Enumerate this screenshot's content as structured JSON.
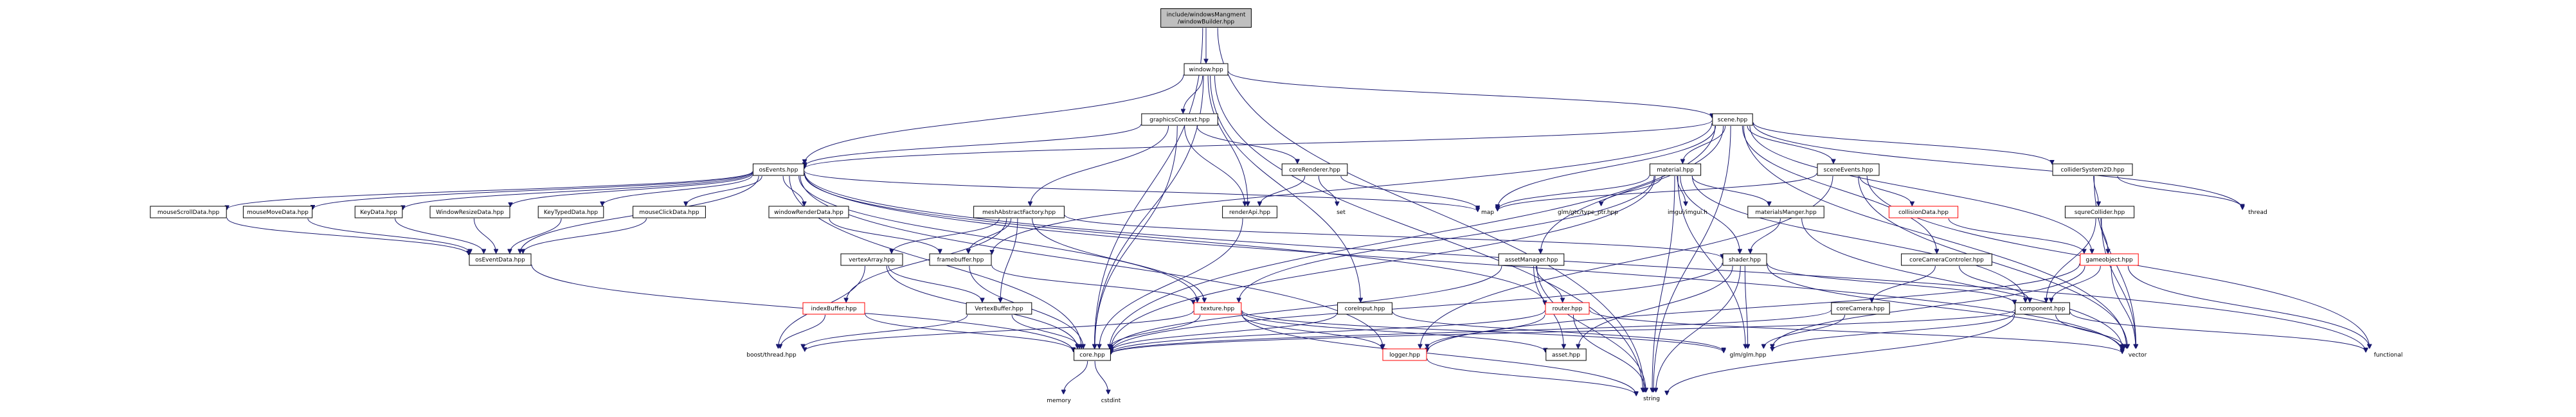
{
  "diagram": {
    "type": "include-dependency-graph",
    "colors": {
      "edge": "#191970",
      "node_border": "#000000",
      "root_fill": "#bfbfbf",
      "missing_border": "#ff0000",
      "external_text": "#000000"
    },
    "nodes": [
      {
        "id": "root",
        "label": "include/windowsMangment\n/windowBuilder.hpp",
        "style": "root"
      },
      {
        "id": "window",
        "label": "window.hpp",
        "style": "box"
      },
      {
        "id": "graphicsContext",
        "label": "graphicsContext.hpp",
        "style": "box"
      },
      {
        "id": "scene",
        "label": "scene.hpp",
        "style": "box"
      },
      {
        "id": "osEvents",
        "label": "osEvents.hpp",
        "style": "box"
      },
      {
        "id": "coreRenderer",
        "label": "coreRenderer.hpp",
        "style": "box"
      },
      {
        "id": "material",
        "label": "material.hpp",
        "style": "box"
      },
      {
        "id": "sceneEvents",
        "label": "sceneEvents.hpp",
        "style": "box"
      },
      {
        "id": "colliderSystem2D",
        "label": "colliderSystem2D.hpp",
        "style": "box"
      },
      {
        "id": "mouseScrollData",
        "label": "mouseScrollData.hpp",
        "style": "box"
      },
      {
        "id": "mouseMoveData",
        "label": "mouseMoveData.hpp",
        "style": "box"
      },
      {
        "id": "KeyData",
        "label": "KeyData.hpp",
        "style": "box"
      },
      {
        "id": "WindowResizeData",
        "label": "WindowResizeData.hpp",
        "style": "box"
      },
      {
        "id": "KeyTypedData",
        "label": "KeyTypedData.hpp",
        "style": "box"
      },
      {
        "id": "mouseClickData",
        "label": "mouseClickData.hpp",
        "style": "box"
      },
      {
        "id": "windowRenderData",
        "label": "windowRenderData.hpp",
        "style": "box"
      },
      {
        "id": "meshAbstractFactory",
        "label": "meshAbstractFactory.hpp",
        "style": "box"
      },
      {
        "id": "renderApi",
        "label": "renderApi.hpp",
        "style": "box"
      },
      {
        "id": "set",
        "label": "set",
        "style": "external"
      },
      {
        "id": "map",
        "label": "map",
        "style": "external"
      },
      {
        "id": "glmTypePtr",
        "label": "glm/gtc/type_ptr.hpp",
        "style": "external"
      },
      {
        "id": "imgui",
        "label": "imgui/imgui.h",
        "style": "external"
      },
      {
        "id": "materialsManger",
        "label": "materialsManger.hpp",
        "style": "box"
      },
      {
        "id": "collisionData",
        "label": "collisionData.hpp",
        "style": "red"
      },
      {
        "id": "squreCollider",
        "label": "squreCollider.hpp",
        "style": "box"
      },
      {
        "id": "thread",
        "label": "thread",
        "style": "external"
      },
      {
        "id": "osEventData",
        "label": "osEventData.hpp",
        "style": "box"
      },
      {
        "id": "vertexArray",
        "label": "vertexArray.hpp",
        "style": "box"
      },
      {
        "id": "framebuffer",
        "label": "framebuffer.hpp",
        "style": "box"
      },
      {
        "id": "assetManager",
        "label": "assetManager.hpp",
        "style": "box"
      },
      {
        "id": "shader",
        "label": "shader.hpp",
        "style": "box"
      },
      {
        "id": "coreCameraControler",
        "label": "coreCameraControler.hpp",
        "style": "box"
      },
      {
        "id": "gameobject",
        "label": "gameobject.hpp",
        "style": "red"
      },
      {
        "id": "indexBuffer",
        "label": "indexBuffer.hpp",
        "style": "red"
      },
      {
        "id": "VertexBuffer",
        "label": "VertexBuffer.hpp",
        "style": "box"
      },
      {
        "id": "texture",
        "label": "texture.hpp",
        "style": "red"
      },
      {
        "id": "coreInput",
        "label": "coreInput.hpp",
        "style": "box"
      },
      {
        "id": "router",
        "label": "router.hpp",
        "style": "red"
      },
      {
        "id": "coreCamera",
        "label": "coreCamera.hpp",
        "style": "box"
      },
      {
        "id": "component",
        "label": "component.hpp",
        "style": "box"
      },
      {
        "id": "boostThread",
        "label": "boost/thread.hpp",
        "style": "external"
      },
      {
        "id": "core",
        "label": "core.hpp",
        "style": "box"
      },
      {
        "id": "logger",
        "label": "logger.hpp",
        "style": "red"
      },
      {
        "id": "asset",
        "label": "asset.hpp",
        "style": "box"
      },
      {
        "id": "glm",
        "label": "glm/glm.hpp",
        "style": "external"
      },
      {
        "id": "vector",
        "label": "vector",
        "style": "external"
      },
      {
        "id": "functional",
        "label": "functional",
        "style": "external"
      },
      {
        "id": "memory",
        "label": "memory",
        "style": "external"
      },
      {
        "id": "cstdint",
        "label": "cstdint",
        "style": "external"
      },
      {
        "id": "string",
        "label": "string",
        "style": "external"
      }
    ],
    "edges": [
      [
        "root",
        "window"
      ],
      [
        "root",
        "core"
      ],
      [
        "root",
        "string"
      ],
      [
        "window",
        "graphicsContext"
      ],
      [
        "window",
        "scene"
      ],
      [
        "window",
        "osEvents"
      ],
      [
        "window",
        "renderApi"
      ],
      [
        "window",
        "coreInput"
      ],
      [
        "window",
        "core"
      ],
      [
        "window",
        "string"
      ],
      [
        "graphicsContext",
        "osEvents"
      ],
      [
        "graphicsContext",
        "coreRenderer"
      ],
      [
        "graphicsContext",
        "meshAbstractFactory"
      ],
      [
        "graphicsContext",
        "renderApi"
      ],
      [
        "graphicsContext",
        "core"
      ],
      [
        "scene",
        "osEvents"
      ],
      [
        "scene",
        "material"
      ],
      [
        "scene",
        "sceneEvents"
      ],
      [
        "scene",
        "colliderSystem2D"
      ],
      [
        "scene",
        "coreCameraControler"
      ],
      [
        "scene",
        "gameobject"
      ],
      [
        "scene",
        "assetManager"
      ],
      [
        "scene",
        "framebuffer"
      ],
      [
        "scene",
        "core"
      ],
      [
        "scene",
        "thread"
      ],
      [
        "scene",
        "vector"
      ],
      [
        "scene",
        "map"
      ],
      [
        "scene",
        "string"
      ],
      [
        "osEvents",
        "mouseScrollData"
      ],
      [
        "osEvents",
        "mouseMoveData"
      ],
      [
        "osEvents",
        "KeyData"
      ],
      [
        "osEvents",
        "WindowResizeData"
      ],
      [
        "osEvents",
        "KeyTypedData"
      ],
      [
        "osEvents",
        "mouseClickData"
      ],
      [
        "osEvents",
        "windowRenderData"
      ],
      [
        "osEvents",
        "osEventData"
      ],
      [
        "osEvents",
        "core"
      ],
      [
        "osEvents",
        "map"
      ],
      [
        "osEvents",
        "vector"
      ],
      [
        "osEvents",
        "functional"
      ],
      [
        "osEvents",
        "texture"
      ],
      [
        "osEvents",
        "router"
      ],
      [
        "osEvents",
        "logger"
      ],
      [
        "coreRenderer",
        "renderApi"
      ],
      [
        "coreRenderer",
        "set"
      ],
      [
        "coreRenderer",
        "map"
      ],
      [
        "material",
        "shader"
      ],
      [
        "material",
        "materialsManger"
      ],
      [
        "material",
        "texture"
      ],
      [
        "material",
        "glmTypePtr"
      ],
      [
        "material",
        "imgui"
      ],
      [
        "material",
        "map"
      ],
      [
        "material",
        "core"
      ],
      [
        "material",
        "component"
      ],
      [
        "material",
        "glm"
      ],
      [
        "material",
        "string"
      ],
      [
        "sceneEvents",
        "collisionData"
      ],
      [
        "sceneEvents",
        "map"
      ],
      [
        "sceneEvents",
        "vector"
      ],
      [
        "sceneEvents",
        "functional"
      ],
      [
        "sceneEvents",
        "logger"
      ],
      [
        "colliderSystem2D",
        "squreCollider"
      ],
      [
        "colliderSystem2D",
        "vector"
      ],
      [
        "colliderSystem2D",
        "thread"
      ],
      [
        "mouseScrollData",
        "osEventData"
      ],
      [
        "mouseMoveData",
        "osEventData"
      ],
      [
        "KeyData",
        "osEventData"
      ],
      [
        "WindowResizeData",
        "osEventData"
      ],
      [
        "KeyTypedData",
        "osEventData"
      ],
      [
        "mouseClickData",
        "osEventData"
      ],
      [
        "windowRenderData",
        "framebuffer"
      ],
      [
        "meshAbstractFactory",
        "vertexArray"
      ],
      [
        "meshAbstractFactory",
        "framebuffer"
      ],
      [
        "meshAbstractFactory",
        "VertexBuffer"
      ],
      [
        "meshAbstractFactory",
        "indexBuffer"
      ],
      [
        "meshAbstractFactory",
        "texture"
      ],
      [
        "meshAbstractFactory",
        "shader"
      ],
      [
        "renderApi",
        "core"
      ],
      [
        "materialsManger",
        "shader"
      ],
      [
        "materialsManger",
        "vector"
      ],
      [
        "collisionData",
        "gameobject"
      ],
      [
        "squreCollider",
        "gameobject"
      ],
      [
        "squreCollider",
        "component"
      ],
      [
        "squreCollider",
        "vector"
      ],
      [
        "osEventData",
        "core"
      ],
      [
        "vertexArray",
        "VertexBuffer"
      ],
      [
        "vertexArray",
        "core"
      ],
      [
        "vertexArray",
        "boostThread"
      ],
      [
        "framebuffer",
        "texture"
      ],
      [
        "framebuffer",
        "core"
      ],
      [
        "assetManager",
        "router"
      ],
      [
        "assetManager",
        "asset"
      ],
      [
        "assetManager",
        "core"
      ],
      [
        "assetManager",
        "string"
      ],
      [
        "shader",
        "component"
      ],
      [
        "shader",
        "core"
      ],
      [
        "shader",
        "glm"
      ],
      [
        "shader",
        "asset"
      ],
      [
        "shader",
        "string"
      ],
      [
        "shader",
        "vector"
      ],
      [
        "coreCameraControler",
        "coreCamera"
      ],
      [
        "coreCameraControler",
        "component"
      ],
      [
        "gameobject",
        "component"
      ],
      [
        "gameobject",
        "vector"
      ],
      [
        "gameobject",
        "functional"
      ],
      [
        "gameobject",
        "glm"
      ],
      [
        "gameobject",
        "logger"
      ],
      [
        "indexBuffer",
        "core"
      ],
      [
        "indexBuffer",
        "boostThread"
      ],
      [
        "VertexBuffer",
        "core"
      ],
      [
        "VertexBuffer",
        "boostThread"
      ],
      [
        "texture",
        "core"
      ],
      [
        "texture",
        "logger"
      ],
      [
        "texture",
        "glm"
      ],
      [
        "texture",
        "asset"
      ],
      [
        "texture",
        "boostThread"
      ],
      [
        "texture",
        "string"
      ],
      [
        "coreInput",
        "core"
      ],
      [
        "coreInput",
        "glm"
      ],
      [
        "router",
        "core"
      ],
      [
        "router",
        "logger"
      ],
      [
        "router",
        "vector"
      ],
      [
        "router",
        "string"
      ],
      [
        "coreCamera",
        "core"
      ],
      [
        "coreCamera",
        "glm"
      ],
      [
        "component",
        "core"
      ],
      [
        "component",
        "vector"
      ],
      [
        "component",
        "functional"
      ],
      [
        "component",
        "string"
      ],
      [
        "component",
        "glm"
      ],
      [
        "core",
        "memory"
      ],
      [
        "core",
        "cstdint"
      ],
      [
        "logger",
        "string"
      ]
    ]
  }
}
